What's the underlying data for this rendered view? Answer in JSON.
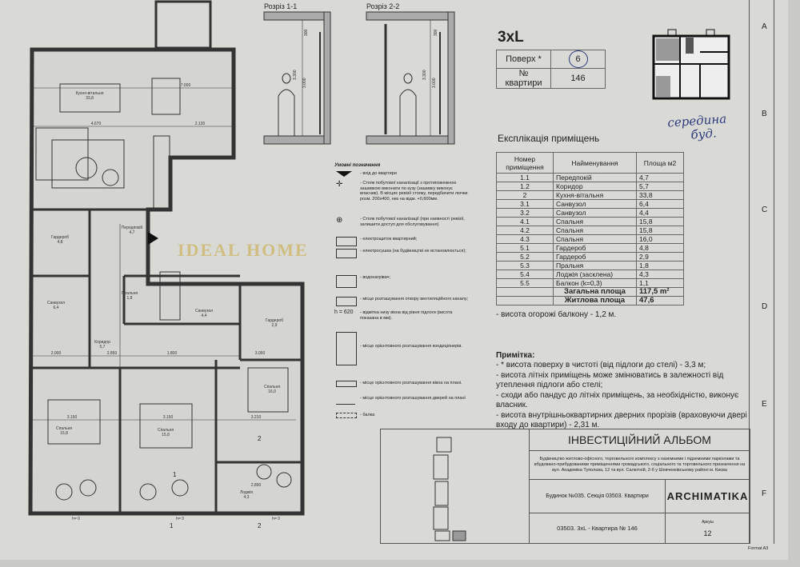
{
  "apartment_type": "3xL",
  "info_table": {
    "floor_label": "Поверх *",
    "floor_value": "6",
    "apt_label": "№ квартири",
    "apt_value": "146"
  },
  "handwritten_note": [
    "середина",
    "буд."
  ],
  "explication": {
    "title": "Експлікація приміщень",
    "headers": [
      "Номер приміщення",
      "Найменування",
      "Площа м2"
    ],
    "rows": [
      [
        "1.1",
        "Передпокій",
        "4,7"
      ],
      [
        "1.2",
        "Коридор",
        "5,7"
      ],
      [
        "2",
        "Кухня-вітальня",
        "33,8"
      ],
      [
        "3.1",
        "Санвузол",
        "6,4"
      ],
      [
        "3.2",
        "Санвузол",
        "4,4"
      ],
      [
        "4.1",
        "Спальня",
        "15,8"
      ],
      [
        "4.2",
        "Спальня",
        "15,8"
      ],
      [
        "4.3",
        "Спальня",
        "16,0"
      ],
      [
        "5.1",
        "Гардероб",
        "4,8"
      ],
      [
        "5.2",
        "Гардероб",
        "2,9"
      ],
      [
        "5.3",
        "Пральня",
        "1,8"
      ],
      [
        "5.4",
        "Лоджія (засклена)",
        "4,3"
      ],
      [
        "5.5",
        "Балкон (k=0,3)",
        "1,1"
      ]
    ],
    "total_label": "Загальна площа",
    "total_value": "117,5 m²",
    "living_label": "Житлова площа",
    "living_value": "47,6"
  },
  "notes": {
    "balcony_height": "- висота огорожі балкону - 1,2 м.",
    "title": "Примітка:",
    "items": [
      "- * висота поверху в чистоті (від підлоги до стелі) - 3,3 м;",
      "- висота літніх приміщень може змінюватись в залежності від утеплення підлоги або стелі;",
      "- сходи або пандус до літніх приміщень, за необхідністю, виконує власник.",
      "- висота внутрішньоквартирних дверних прорізів (враховуючи двері входу до квартири) - 2,31 м."
    ]
  },
  "legend": {
    "title": "Умовні позначення",
    "items": [
      "- вхід до квартири",
      "- Стояк побутової каналізації з протипожежною зашивкою виконати по кузу (зашивку виконує власник). В місцях ревізії стояку, передбачити лючки розм. 200х400, низ на відм. +0,600мм.",
      "- Стояк побутової каналізації (при наявності ревізії, залишити доступ для обслуговування)",
      "- електрощиток квартирний;",
      "- електросушка (на будівництві не встановлюється);",
      "- водонагрівач;",
      "- місце розташування отвору вентиляційного каналу;",
      "- відмітка низу вікна від рівня підлоги (висота показана в мм).",
      "- місце орієнтовного розташування кондиціонерів.",
      "- місце орієнтовного розташування вікна на плані.",
      "- місце орієнтовного розташування дверей на плані",
      "- балка"
    ],
    "window_mark": "h = 620"
  },
  "sections": {
    "s1_title": "Розріз 1-1",
    "s2_title": "Розріз 2-2",
    "dim_total": "3.300",
    "dim_clear": "3.000",
    "dim_top": "300"
  },
  "plan": {
    "rooms": [
      {
        "name": "Кухня-вітальня",
        "area": "33,8"
      },
      {
        "name": "Гардероб",
        "area": "4,8"
      },
      {
        "name": "Передпокій",
        "area": "4,7"
      },
      {
        "name": "Санвузол",
        "area": "6,4"
      },
      {
        "name": "Санвузол",
        "area": "4,4"
      },
      {
        "name": "Пральня",
        "area": "1,8"
      },
      {
        "name": "Коридор",
        "area": "5,7"
      },
      {
        "name": "Гардероб",
        "area": "2,9"
      },
      {
        "name": "Спальня",
        "area": "15,8"
      },
      {
        "name": "Спальня",
        "area": "15,8"
      },
      {
        "name": "Спальня",
        "area": "16,0"
      },
      {
        "name": "Лоджія",
        "area": "4,3"
      }
    ],
    "dims": {
      "kitchen_w": "7.000",
      "living_w": "4.670",
      "kitchen_side": "2.130",
      "corr_a": "2.000",
      "corr_b": "2.850",
      "corr_c": "1.800",
      "corr_d": "3.050",
      "bed1": "3.150",
      "bed2": "3.150",
      "bed3": "3.210",
      "loggia": "2.890"
    },
    "window_marks": [
      "h= 0",
      "h= 0",
      "h= 0"
    ],
    "section_marks": [
      "1",
      "2",
      "1",
      "2"
    ]
  },
  "frame_letters": [
    "A",
    "B",
    "C",
    "D",
    "E",
    "F"
  ],
  "title_block": {
    "title": "ІНВЕСТИЦІЙНИЙ АЛЬБОМ",
    "description": "Будівництво житлово-офісного, торговельного комплексу з наземними і підземними паркінгами та вбудовано-прибудованими приміщеннями громадського, соціального та торговельного призначення на вул. Академіка Туполєва, 12 та вул. Салютній, 2-б у Шевченківському районі м. Києва",
    "building": "Будинок №035. Секція 03503. Квартири",
    "logo": "ARCHIMATIKA",
    "apartment": "03503. 3xL - Квартира № 146",
    "sheet_label": "Аркуш",
    "sheet_no": "12",
    "format": "Format A3"
  },
  "watermark": "IDEAL HOME"
}
